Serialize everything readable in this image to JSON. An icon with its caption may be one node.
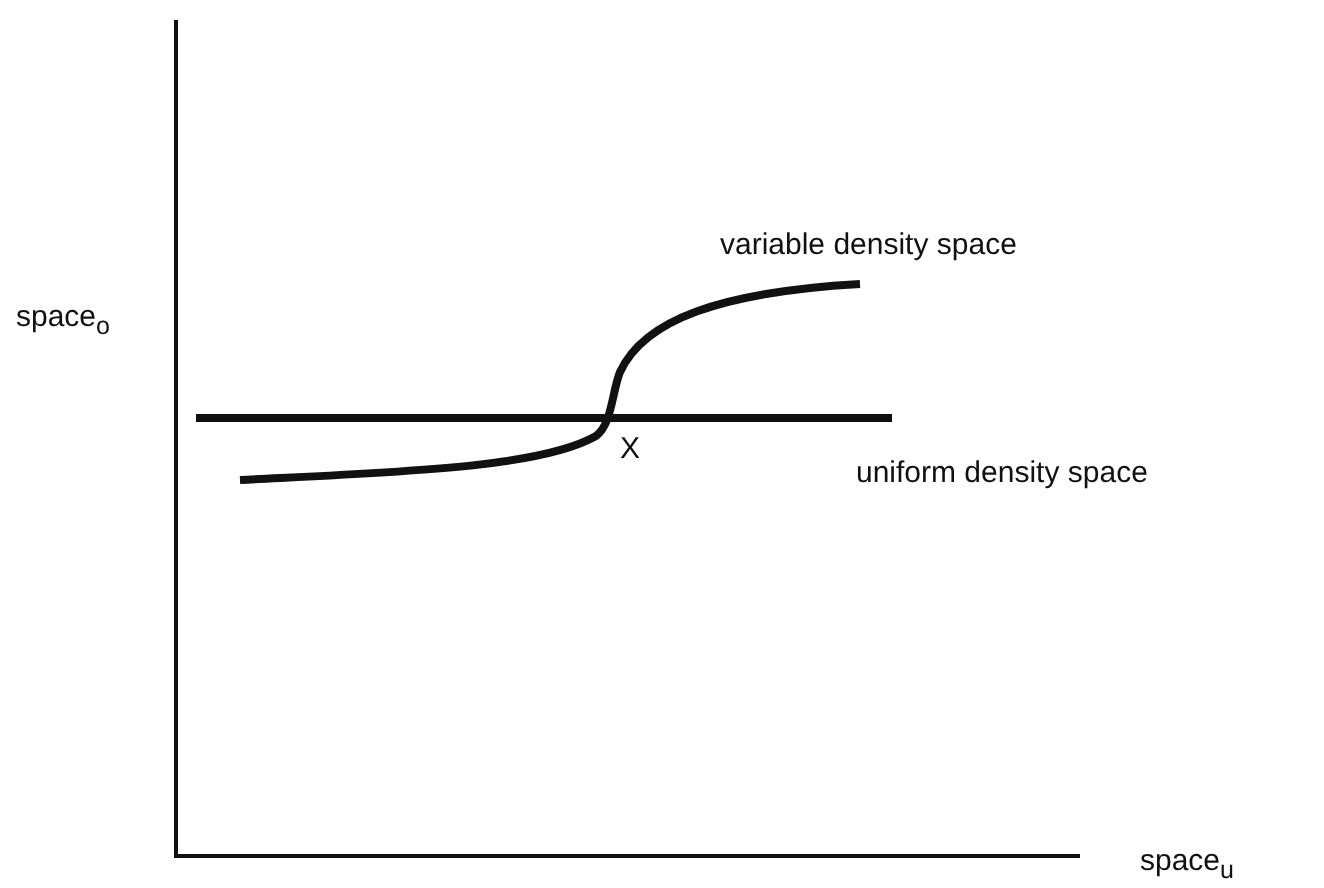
{
  "diagram": {
    "labels": [
      "variable density space",
      "space$_{o}$",
      "X",
      "uniform density space",
      "space$_{u}$"
    ]
  }
}
